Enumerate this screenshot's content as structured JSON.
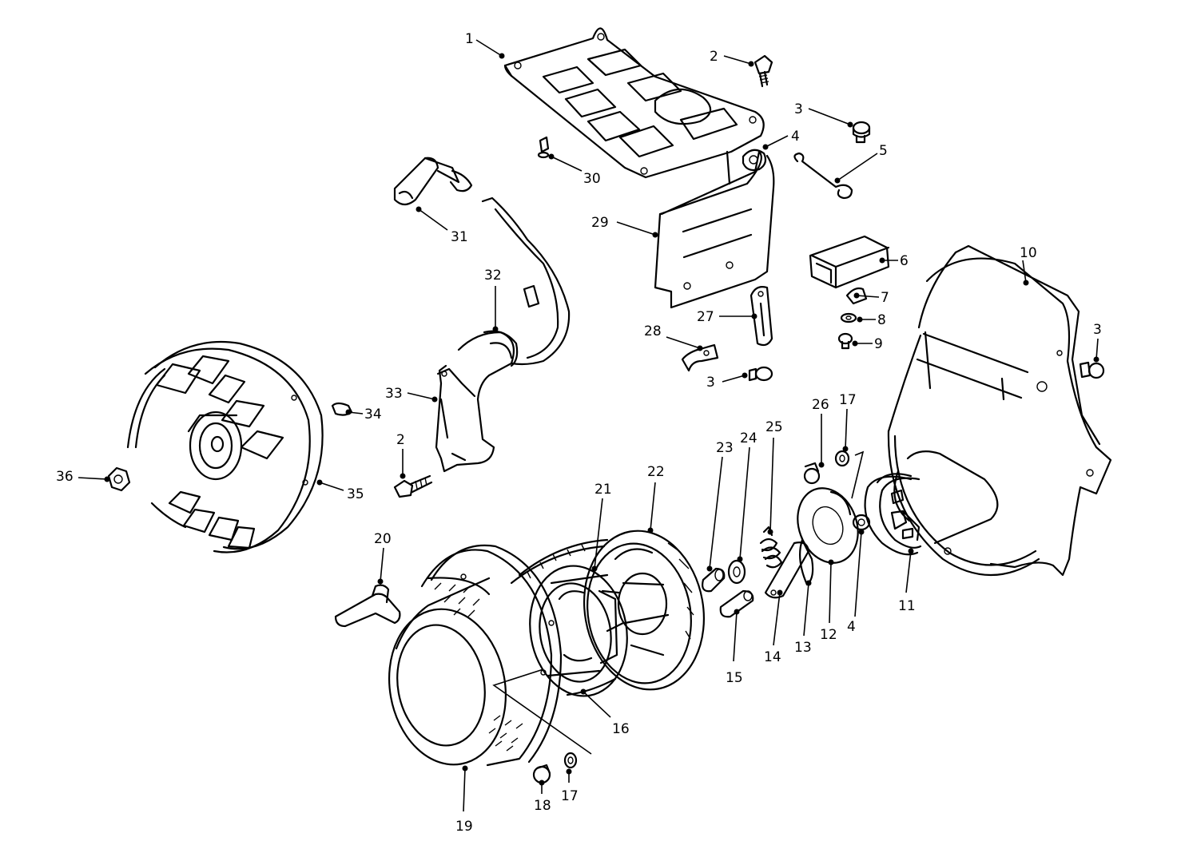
{
  "callouts": [
    {
      "key": "c1",
      "label": "1"
    },
    {
      "key": "c2a",
      "label": "2"
    },
    {
      "key": "c3a",
      "label": "3"
    },
    {
      "key": "c4a",
      "label": "4"
    },
    {
      "key": "c5",
      "label": "5"
    },
    {
      "key": "c30",
      "label": "30"
    },
    {
      "key": "c31",
      "label": "31"
    },
    {
      "key": "c29",
      "label": "29"
    },
    {
      "key": "c6",
      "label": "6"
    },
    {
      "key": "c10",
      "label": "10"
    },
    {
      "key": "c7",
      "label": "7"
    },
    {
      "key": "c8",
      "label": "8"
    },
    {
      "key": "c9",
      "label": "9"
    },
    {
      "key": "c3b",
      "label": "3"
    },
    {
      "key": "c32",
      "label": "32"
    },
    {
      "key": "c27",
      "label": "27"
    },
    {
      "key": "c28",
      "label": "28"
    },
    {
      "key": "c3c",
      "label": "3"
    },
    {
      "key": "c33",
      "label": "33"
    },
    {
      "key": "c34",
      "label": "34"
    },
    {
      "key": "c26",
      "label": "26"
    },
    {
      "key": "c17a",
      "label": "17"
    },
    {
      "key": "c25",
      "label": "25"
    },
    {
      "key": "c24",
      "label": "24"
    },
    {
      "key": "c23",
      "label": "23"
    },
    {
      "key": "c2b",
      "label": "2"
    },
    {
      "key": "c36",
      "label": "36"
    },
    {
      "key": "c35",
      "label": "35"
    },
    {
      "key": "c22",
      "label": "22"
    },
    {
      "key": "c21",
      "label": "21"
    },
    {
      "key": "c20",
      "label": "20"
    },
    {
      "key": "c4b",
      "label": "4"
    },
    {
      "key": "c11",
      "label": "11"
    },
    {
      "key": "c12",
      "label": "12"
    },
    {
      "key": "c13",
      "label": "13"
    },
    {
      "key": "c14",
      "label": "14"
    },
    {
      "key": "c15",
      "label": "15"
    },
    {
      "key": "c16",
      "label": "16"
    },
    {
      "key": "c18",
      "label": "18"
    },
    {
      "key": "c17b",
      "label": "17"
    },
    {
      "key": "c19",
      "label": "19"
    }
  ]
}
